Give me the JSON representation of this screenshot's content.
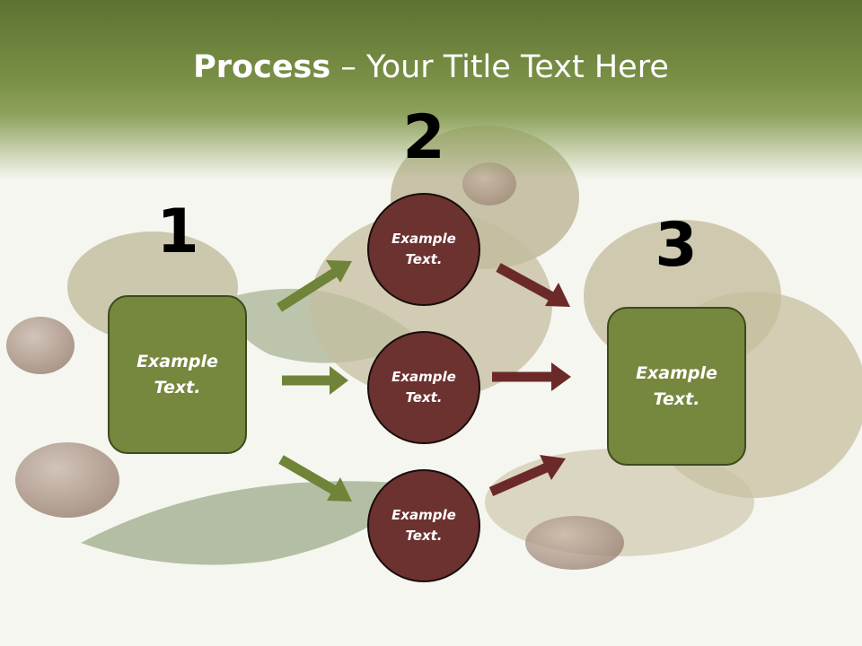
{
  "title": {
    "bold": "Process",
    "rest": " – Your Title Text Here"
  },
  "steps": {
    "step1": {
      "number": "1",
      "text": "Example Text."
    },
    "step2": {
      "number": "2",
      "items": [
        {
          "text": "Example Text."
        },
        {
          "text": "Example Text."
        },
        {
          "text": "Example Text."
        }
      ]
    },
    "step3": {
      "number": "3",
      "text": "Example Text."
    }
  },
  "colors": {
    "title_band": "#7a9046",
    "box_fill": "#76873e",
    "circle_fill": "#6b3230",
    "green_arrow": "#6f8438",
    "red_arrow": "#6b2a28"
  }
}
